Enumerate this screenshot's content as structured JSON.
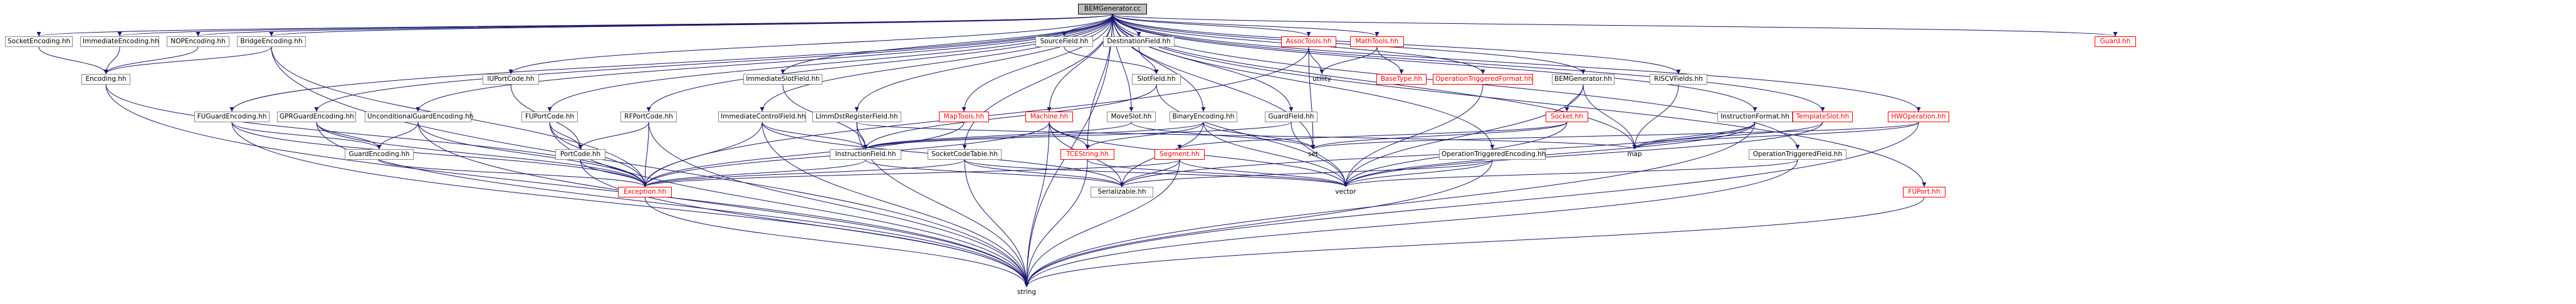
{
  "colors": {
    "edge": "#191970",
    "edge_highlight": "#ff0000",
    "root_fill": "#bfbfbf",
    "linked_text": "#ff0000",
    "plain_text": "#000000"
  },
  "nodes": [
    {
      "id": "BEMGenerator.cc",
      "kind": "root"
    },
    {
      "id": "SocketEncoding.hh",
      "kind": "plain-box"
    },
    {
      "id": "ImmediateEncoding.hh",
      "kind": "plain-box"
    },
    {
      "id": "NOPEncoding.hh",
      "kind": "plain-box"
    },
    {
      "id": "BridgeEncoding.hh",
      "kind": "plain-box"
    },
    {
      "id": "Encoding.hh",
      "kind": "plain-box"
    },
    {
      "id": "FUGuardEncoding.hh",
      "kind": "plain-box"
    },
    {
      "id": "GPRGuardEncoding.hh",
      "kind": "plain-box"
    },
    {
      "id": "GuardEncoding.hh",
      "kind": "plain-box"
    },
    {
      "id": "UnconditionalGuardEncoding.hh",
      "kind": "plain-box"
    },
    {
      "id": "IUPortCode.hh",
      "kind": "plain-box"
    },
    {
      "id": "FUPortCode.hh",
      "kind": "plain-box"
    },
    {
      "id": "RFPortCode.hh",
      "kind": "plain-box"
    },
    {
      "id": "PortCode.hh",
      "kind": "plain-box"
    },
    {
      "id": "Exception.hh",
      "kind": "linked"
    },
    {
      "id": "string",
      "kind": "plain"
    },
    {
      "id": "ImmediateSlotField.hh",
      "kind": "plain-box"
    },
    {
      "id": "ImmediateControlField.hh",
      "kind": "plain-box"
    },
    {
      "id": "InstructionField.hh",
      "kind": "plain-box"
    },
    {
      "id": "LImmDstRegisterField.hh",
      "kind": "plain-box"
    },
    {
      "id": "SocketCodeTable.hh",
      "kind": "plain-box"
    },
    {
      "id": "Serializable.hh",
      "kind": "plain-box"
    },
    {
      "id": "MapTools.hh",
      "kind": "linked"
    },
    {
      "id": "Machine.hh",
      "kind": "linked"
    },
    {
      "id": "TCEString.hh",
      "kind": "linked"
    },
    {
      "id": "MoveSlot.hh",
      "kind": "plain-box"
    },
    {
      "id": "SourceField.hh",
      "kind": "plain-box"
    },
    {
      "id": "DestinationField.hh",
      "kind": "plain-box"
    },
    {
      "id": "SlotField.hh",
      "kind": "plain-box"
    },
    {
      "id": "BinaryEncoding.hh",
      "kind": "plain-box"
    },
    {
      "id": "GuardField.hh",
      "kind": "plain-box"
    },
    {
      "id": "AssocTools.hh",
      "kind": "linked"
    },
    {
      "id": "MathTools.hh",
      "kind": "linked"
    },
    {
      "id": "utility",
      "kind": "plain"
    },
    {
      "id": "BaseType.hh",
      "kind": "linked"
    },
    {
      "id": "Segment.hh",
      "kind": "linked"
    },
    {
      "id": "set",
      "kind": "plain"
    },
    {
      "id": "vector",
      "kind": "plain"
    },
    {
      "id": "OperationTriggeredFormat.hh",
      "kind": "linked"
    },
    {
      "id": "BEMGenerator.hh",
      "kind": "plain-box"
    },
    {
      "id": "Socket.hh",
      "kind": "linked"
    },
    {
      "id": "map",
      "kind": "plain"
    },
    {
      "id": "OperationTriggeredEncoding.hh",
      "kind": "plain-box"
    },
    {
      "id": "RISCVFields.hh",
      "kind": "plain-box"
    },
    {
      "id": "InstructionFormat.hh",
      "kind": "plain-box"
    },
    {
      "id": "TemplateSlot.hh",
      "kind": "linked"
    },
    {
      "id": "OperationTriggeredField.hh",
      "kind": "plain-box"
    },
    {
      "id": "HWOperation.hh",
      "kind": "linked"
    },
    {
      "id": "FUPort.hh",
      "kind": "linked"
    },
    {
      "id": "Guard.hh",
      "kind": "linked"
    }
  ],
  "edges": [
    [
      "BEMGenerator.cc",
      "SocketEncoding.hh"
    ],
    [
      "BEMGenerator.cc",
      "ImmediateEncoding.hh"
    ],
    [
      "BEMGenerator.cc",
      "NOPEncoding.hh"
    ],
    [
      "BEMGenerator.cc",
      "BridgeEncoding.hh"
    ],
    [
      "BEMGenerator.cc",
      "FUGuardEncoding.hh"
    ],
    [
      "BEMGenerator.cc",
      "GPRGuardEncoding.hh"
    ],
    [
      "BEMGenerator.cc",
      "UnconditionalGuardEncoding.hh"
    ],
    [
      "BEMGenerator.cc",
      "IUPortCode.hh"
    ],
    [
      "BEMGenerator.cc",
      "FUPortCode.hh"
    ],
    [
      "BEMGenerator.cc",
      "RFPortCode.hh"
    ],
    [
      "BEMGenerator.cc",
      "ImmediateSlotField.hh"
    ],
    [
      "BEMGenerator.cc",
      "ImmediateControlField.hh"
    ],
    [
      "BEMGenerator.cc",
      "LImmDstRegisterField.hh"
    ],
    [
      "BEMGenerator.cc",
      "SocketCodeTable.hh"
    ],
    [
      "BEMGenerator.cc",
      "MapTools.hh"
    ],
    [
      "BEMGenerator.cc",
      "Machine.hh"
    ],
    [
      "BEMGenerator.cc",
      "MoveSlot.hh"
    ],
    [
      "BEMGenerator.cc",
      "SourceField.hh"
    ],
    [
      "BEMGenerator.cc",
      "DestinationField.hh"
    ],
    [
      "BEMGenerator.cc",
      "BinaryEncoding.hh"
    ],
    [
      "BEMGenerator.cc",
      "GuardField.hh"
    ],
    [
      "BEMGenerator.cc",
      "AssocTools.hh"
    ],
    [
      "BEMGenerator.cc",
      "MathTools.hh"
    ],
    [
      "BEMGenerator.cc",
      "OperationTriggeredFormat.hh"
    ],
    [
      "BEMGenerator.cc",
      "BEMGenerator.hh"
    ],
    [
      "BEMGenerator.cc",
      "OperationTriggeredEncoding.hh"
    ],
    [
      "BEMGenerator.cc",
      "RISCVFields.hh"
    ],
    [
      "BEMGenerator.cc",
      "InstructionFormat.hh"
    ],
    [
      "BEMGenerator.cc",
      "TemplateSlot.hh"
    ],
    [
      "BEMGenerator.cc",
      "OperationTriggeredField.hh"
    ],
    [
      "BEMGenerator.cc",
      "HWOperation.hh"
    ],
    [
      "BEMGenerator.cc",
      "FUPort.hh"
    ],
    [
      "BEMGenerator.cc",
      "Guard.hh"
    ],
    [
      "BEMGenerator.cc",
      "TCEString.hh"
    ],
    [
      "BEMGenerator.cc",
      "set"
    ],
    [
      "BEMGenerator.cc",
      "map"
    ],
    [
      "BEMGenerator.cc",
      "string"
    ],
    [
      "SocketEncoding.hh",
      "Encoding.hh"
    ],
    [
      "ImmediateEncoding.hh",
      "Encoding.hh"
    ],
    [
      "NOPEncoding.hh",
      "Encoding.hh"
    ],
    [
      "BridgeEncoding.hh",
      "Encoding.hh"
    ],
    [
      "BridgeEncoding.hh",
      "Exception.hh"
    ],
    [
      "BridgeEncoding.hh",
      "string"
    ],
    [
      "Encoding.hh",
      "Exception.hh"
    ],
    [
      "Encoding.hh",
      "string"
    ],
    [
      "FUGuardEncoding.hh",
      "GuardEncoding.hh"
    ],
    [
      "FUGuardEncoding.hh",
      "Exception.hh"
    ],
    [
      "FUGuardEncoding.hh",
      "string"
    ],
    [
      "GPRGuardEncoding.hh",
      "GuardEncoding.hh"
    ],
    [
      "GPRGuardEncoding.hh",
      "Exception.hh"
    ],
    [
      "GPRGuardEncoding.hh",
      "string"
    ],
    [
      "GuardEncoding.hh",
      "Exception.hh"
    ],
    [
      "UnconditionalGuardEncoding.hh",
      "GuardEncoding.hh"
    ],
    [
      "UnconditionalGuardEncoding.hh",
      "Exception.hh"
    ],
    [
      "UnconditionalGuardEncoding.hh",
      "string"
    ],
    [
      "IUPortCode.hh",
      "PortCode.hh"
    ],
    [
      "FUPortCode.hh",
      "PortCode.hh"
    ],
    [
      "FUPortCode.hh",
      "Exception.hh"
    ],
    [
      "FUPortCode.hh",
      "string"
    ],
    [
      "RFPortCode.hh",
      "PortCode.hh"
    ],
    [
      "RFPortCode.hh",
      "Exception.hh"
    ],
    [
      "RFPortCode.hh",
      "string"
    ],
    [
      "PortCode.hh",
      "Exception.hh"
    ],
    [
      "PortCode.hh",
      "string"
    ],
    [
      "Exception.hh",
      "string"
    ],
    [
      "ImmediateSlotField.hh",
      "InstructionField.hh"
    ],
    [
      "ImmediateControlField.hh",
      "InstructionField.hh"
    ],
    [
      "ImmediateControlField.hh",
      "Exception.hh"
    ],
    [
      "ImmediateControlField.hh",
      "string"
    ],
    [
      "ImmediateControlField.hh",
      "Serializable.hh"
    ],
    [
      "InstructionField.hh",
      "Exception.hh"
    ],
    [
      "InstructionField.hh",
      "Serializable.hh"
    ],
    [
      "LImmDstRegisterField.hh",
      "InstructionField.hh"
    ],
    [
      "LImmDstRegisterField.hh",
      "string"
    ],
    [
      "LImmDstRegisterField.hh",
      "map"
    ],
    [
      "SocketCodeTable.hh",
      "Serializable.hh"
    ],
    [
      "SocketCodeTable.hh",
      "Exception.hh"
    ],
    [
      "SocketCodeTable.hh",
      "string"
    ],
    [
      "SocketCodeTable.hh",
      "vector"
    ],
    [
      "MapTools.hh",
      "Exception.hh"
    ],
    [
      "Machine.hh",
      "TCEString.hh"
    ],
    [
      "Machine.hh",
      "Serializable.hh"
    ],
    [
      "Machine.hh",
      "Exception.hh"
    ],
    [
      "Machine.hh",
      "string"
    ],
    [
      "Machine.hh",
      "vector"
    ],
    [
      "TCEString.hh",
      "string"
    ],
    [
      "TCEString.hh",
      "vector"
    ],
    [
      "MoveSlot.hh",
      "InstructionField.hh"
    ],
    [
      "MoveSlot.hh",
      "set"
    ],
    [
      "SourceField.hh",
      "SlotField.hh"
    ],
    [
      "DestinationField.hh",
      "SlotField.hh"
    ],
    [
      "SlotField.hh",
      "InstructionField.hh"
    ],
    [
      "SlotField.hh",
      "vector"
    ],
    [
      "BinaryEncoding.hh",
      "InstructionField.hh"
    ],
    [
      "BinaryEncoding.hh",
      "TCEString.hh"
    ],
    [
      "BinaryEncoding.hh",
      "Serializable.hh"
    ],
    [
      "BinaryEncoding.hh",
      "set"
    ],
    [
      "BinaryEncoding.hh",
      "vector"
    ],
    [
      "GuardField.hh",
      "InstructionField.hh"
    ],
    [
      "GuardField.hh",
      "vector"
    ],
    [
      "AssocTools.hh",
      "utility"
    ],
    [
      "AssocTools.hh",
      "set"
    ],
    [
      "AssocTools.hh",
      "Exception.hh"
    ],
    [
      "MathTools.hh",
      "utility"
    ],
    [
      "MathTools.hh",
      "BaseType.hh"
    ],
    [
      "Segment.hh",
      "Serializable.hh"
    ],
    [
      "Segment.hh",
      "Exception.hh"
    ],
    [
      "Segment.hh",
      "string"
    ],
    [
      "Segment.hh",
      "vector"
    ],
    [
      "OperationTriggeredFormat.hh",
      "vector"
    ],
    [
      "BEMGenerator.hh",
      "Socket.hh"
    ],
    [
      "BEMGenerator.hh",
      "map"
    ],
    [
      "BEMGenerator.hh",
      "vector"
    ],
    [
      "Socket.hh",
      "Segment.hh"
    ],
    [
      "Socket.hh",
      "vector"
    ],
    [
      "Socket.hh",
      "set"
    ],
    [
      "OperationTriggeredEncoding.hh",
      "Serializable.hh"
    ],
    [
      "OperationTriggeredEncoding.hh",
      "vector"
    ],
    [
      "OperationTriggeredEncoding.hh",
      "string"
    ],
    [
      "RISCVFields.hh",
      "map"
    ],
    [
      "InstructionFormat.hh",
      "map"
    ],
    [
      "InstructionFormat.hh",
      "Serializable.hh"
    ],
    [
      "InstructionFormat.hh",
      "vector"
    ],
    [
      "InstructionFormat.hh",
      "string"
    ],
    [
      "TemplateSlot.hh",
      "map"
    ],
    [
      "TemplateSlot.hh",
      "vector"
    ],
    [
      "OperationTriggeredField.hh",
      "vector"
    ],
    [
      "OperationTriggeredField.hh",
      "string"
    ],
    [
      "HWOperation.hh",
      "map"
    ],
    [
      "HWOperation.hh",
      "set"
    ],
    [
      "HWOperation.hh",
      "string"
    ],
    [
      "FUPort.hh",
      "string"
    ]
  ]
}
